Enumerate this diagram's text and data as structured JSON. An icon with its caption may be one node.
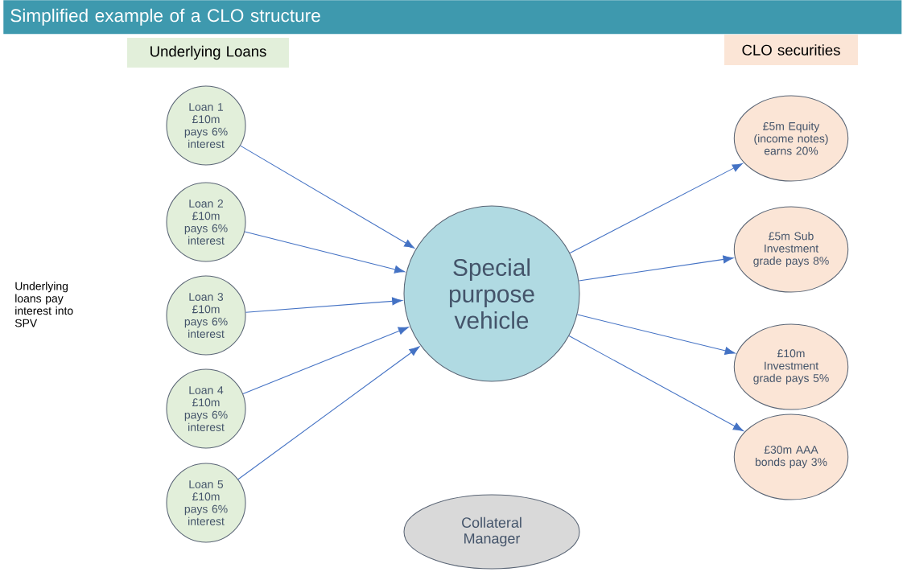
{
  "diagram": {
    "title": "Simplified example of a CLO structure",
    "nodes": [
      {
        "text": [
          "Underlying Loans"
        ]
      },
      {
        "text": [
          "CLO securities"
        ]
      },
      {
        "text": [
          "Loan 1 £10m pays 6% interest"
        ]
      },
      {
        "text": [
          "Loan 2 £10m pays 6% interest"
        ]
      },
      {
        "text": [
          "Loan 3 £10m pays 6% interest"
        ]
      },
      {
        "text": [
          "Loan 4 £10m pays 6% interest"
        ]
      },
      {
        "text": [
          "Loan 5 £10m pays 6% interest"
        ]
      },
      {
        "text": [
          "Special purpose vehicle"
        ]
      },
      {
        "text": [
          "£5m Equity (income notes) earns 20%"
        ]
      },
      {
        "text": [
          "£5m Sub Investment grade pays 8%"
        ]
      },
      {
        "text": [
          "£10m Investment grade pays 5%"
        ]
      },
      {
        "text": [
          "£30m AAA bonds pay 3%"
        ]
      },
      {
        "text": [
          "Collateral Manager"
        ]
      }
    ],
    "edges": [
      {
        "from": 2,
        "to": 7,
        "arrow": "to"
      },
      {
        "from": 3,
        "to": 7,
        "arrow": "to"
      },
      {
        "from": 4,
        "to": 7,
        "arrow": "to"
      },
      {
        "from": 5,
        "to": 7,
        "arrow": "to"
      },
      {
        "from": 6,
        "to": 7,
        "arrow": "to"
      },
      {
        "from": 7,
        "to": 8,
        "arrow": "to"
      },
      {
        "from": 7,
        "to": 9,
        "arrow": "to"
      },
      {
        "from": 7,
        "to": 10,
        "arrow": "to"
      },
      {
        "from": 7,
        "to": 11,
        "arrow": "to"
      }
    ],
    "labels": [
      "Underlying loans pay interest into SPV"
    ]
  }
}
